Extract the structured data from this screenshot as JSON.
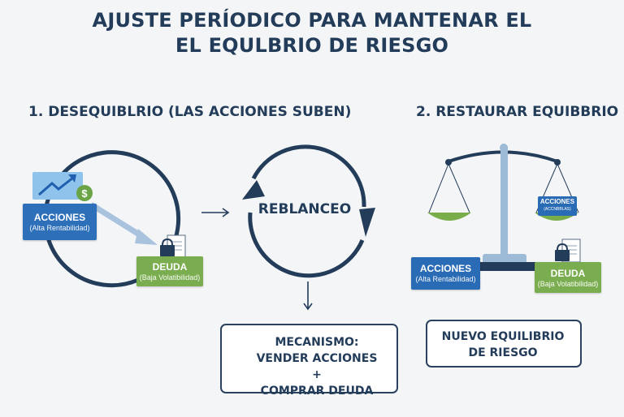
{
  "title": {
    "line1": "AJUSTE PERÍODICO PARA MANTENAR EL",
    "line2": "EL EQULBRIO DE RIESGO"
  },
  "section1": {
    "title": "1. DESEQUIBLRIO (LAS ACCIONES SUBEN)",
    "acciones": {
      "main": "ACCIONES",
      "sub": "(Alta Rentabilidad)"
    },
    "deuda": {
      "main": "DEUDA",
      "sub": "(Baja Volatibilidad)"
    }
  },
  "center": {
    "rebalanceo": "REBLANCEO",
    "mecanismo": {
      "line1": "MECANISMO:",
      "line2": "VENDER ACCIONES +",
      "line3": "COMPRAR DEUDA"
    }
  },
  "section2": {
    "title": "2. RESTAURAR EQUIBBRIO",
    "acciones_small": {
      "main": "ACCIONES",
      "sub": "(ACCNBBLAS)"
    },
    "acciones": {
      "main": "ACCIONES",
      "sub": "(Alta Rentabilidad)"
    },
    "deuda": {
      "main": "DEUDA",
      "sub": "(Baja Volatibilidad)"
    },
    "nuevo": {
      "line1": "NUEVO EQUILIBRIO",
      "line2": "DE RIESGO"
    }
  },
  "colors": {
    "navy": "#223c5a",
    "blue": "#2d6fb9",
    "green": "#7aad4f",
    "red": "#d9342b",
    "light_blue": "#9dbad6"
  },
  "icons": [
    "trend-up-icon",
    "dollar-icon",
    "lock-document-icon",
    "arrow-right-icon",
    "arrow-down-icon",
    "circular-arrows-icon",
    "balance-scale-icon"
  ]
}
